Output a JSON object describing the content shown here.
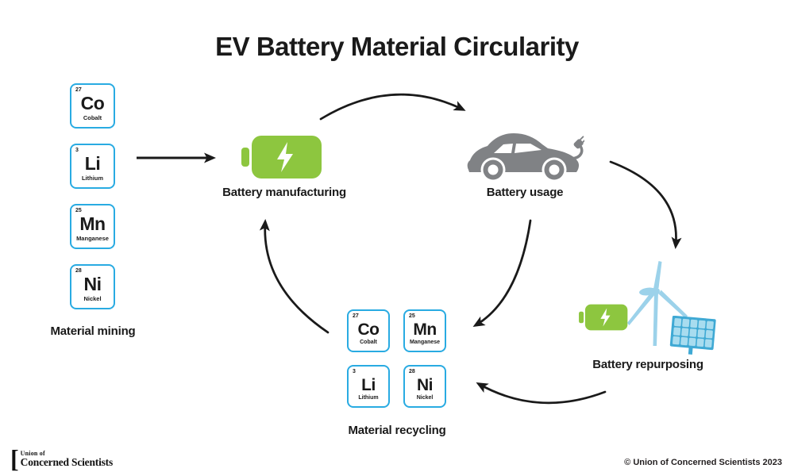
{
  "title": "EV Battery Material Circularity",
  "colors": {
    "tile_border": "#29ABE2",
    "battery_green": "#8DC63F",
    "car_gray": "#808285",
    "turbine_blue": "#9CD2EA",
    "solar_frame_blue": "#3FA9D4",
    "solar_cell_blue": "#A8DCEF",
    "ink": "#1A1A1A"
  },
  "mining": {
    "label": "Material mining",
    "elements": [
      {
        "number": "27",
        "symbol": "Co",
        "name": "Cobalt"
      },
      {
        "number": "3",
        "symbol": "Li",
        "name": "Lithium"
      },
      {
        "number": "25",
        "symbol": "Mn",
        "name": "Manganese"
      },
      {
        "number": "28",
        "symbol": "Ni",
        "name": "Nickel"
      }
    ]
  },
  "stages": {
    "manufacturing": {
      "label": "Battery manufacturing",
      "icon": "battery-bolt-icon"
    },
    "usage": {
      "label": "Battery usage",
      "icon": "electric-car-icon"
    },
    "repurposing": {
      "label": "Battery repurposing",
      "icons": [
        "battery-bolt-icon",
        "wind-turbine-icon",
        "solar-panel-icon"
      ]
    },
    "recycling": {
      "label": "Material recycling",
      "elements": [
        {
          "number": "27",
          "symbol": "Co",
          "name": "Cobalt"
        },
        {
          "number": "25",
          "symbol": "Mn",
          "name": "Manganese"
        },
        {
          "number": "3",
          "symbol": "Li",
          "name": "Lithium"
        },
        {
          "number": "28",
          "symbol": "Ni",
          "name": "Nickel"
        }
      ]
    }
  },
  "flow": [
    "Material mining → Battery manufacturing",
    "Battery manufacturing → Battery usage",
    "Battery usage → Battery repurposing",
    "Battery usage → Material recycling",
    "Battery repurposing → Material recycling",
    "Material recycling → Battery manufacturing"
  ],
  "footer": {
    "logo": {
      "line1": "Union of",
      "line2": "Concerned Scientists"
    },
    "copyright": "© Union of Concerned Scientists 2023"
  }
}
